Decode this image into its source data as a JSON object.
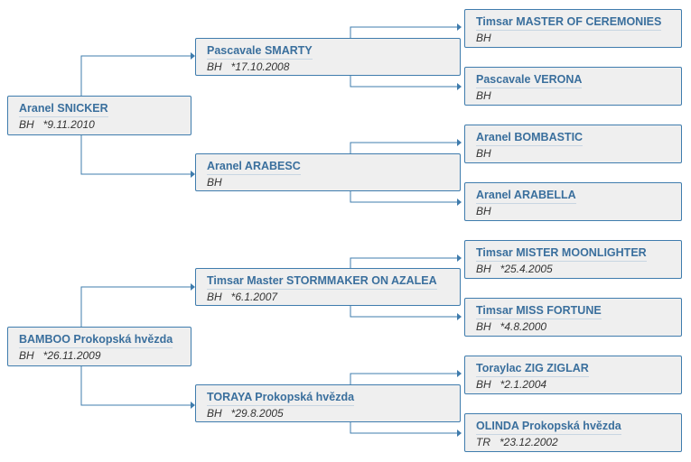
{
  "colors": {
    "line": "#3f7cad",
    "name": "#3a6f9d",
    "card_bg": "#efefef"
  },
  "pedigree": [
    {
      "id": "g1a",
      "name": "Aranel SNICKER",
      "breed": "BH",
      "birth": "*9.11.2010"
    },
    {
      "id": "g2a",
      "name": "Pascavale SMARTY",
      "breed": "BH",
      "birth": "*17.10.2008"
    },
    {
      "id": "g2b",
      "name": "Aranel ARABESC",
      "breed": "BH",
      "birth": ""
    },
    {
      "id": "g3a",
      "name": "Timsar MASTER OF CEREMONIES",
      "breed": "BH",
      "birth": ""
    },
    {
      "id": "g3b",
      "name": "Pascavale VERONA",
      "breed": "BH",
      "birth": ""
    },
    {
      "id": "g3c",
      "name": "Aranel BOMBASTIC",
      "breed": "BH",
      "birth": ""
    },
    {
      "id": "g3d",
      "name": "Aranel ARABELLA",
      "breed": "BH",
      "birth": ""
    },
    {
      "id": "g1b",
      "name": "BAMBOO Prokopská hvězda",
      "breed": "BH",
      "birth": "*26.11.2009"
    },
    {
      "id": "g2c",
      "name": "Timsar Master STORMMAKER ON AZALEA",
      "breed": "BH",
      "birth": "*6.1.2007"
    },
    {
      "id": "g2d",
      "name": "TORAYA Prokopská hvězda",
      "breed": "BH",
      "birth": "*29.8.2005"
    },
    {
      "id": "g3e",
      "name": "Timsar MISTER MOONLIGHTER",
      "breed": "BH",
      "birth": "*25.4.2005"
    },
    {
      "id": "g3f",
      "name": "Timsar MISS FORTUNE",
      "breed": "BH",
      "birth": "*4.8.2000"
    },
    {
      "id": "g3g",
      "name": "Toraylac ZIG ZIGLAR",
      "breed": "BH",
      "birth": "*2.1.2004"
    },
    {
      "id": "g3h",
      "name": "OLINDA Prokopská hvězda",
      "breed": "TR",
      "birth": "*23.12.2002"
    }
  ]
}
